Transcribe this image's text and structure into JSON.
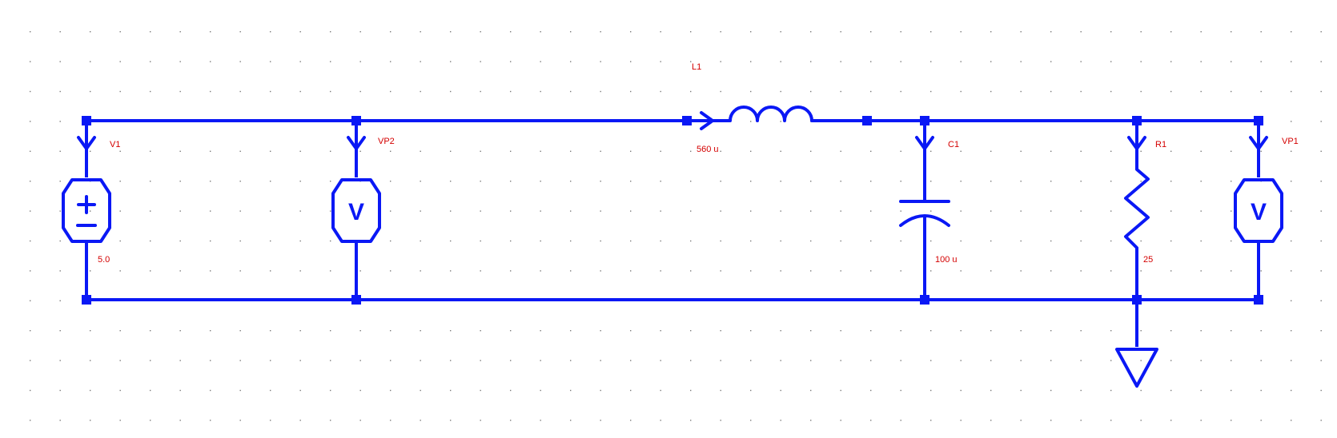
{
  "components": {
    "V1": {
      "name": "V1",
      "value": "5.0"
    },
    "VP2": {
      "name": "VP2"
    },
    "L1": {
      "name": "L1",
      "value": "560 u"
    },
    "C1": {
      "name": "C1",
      "value": "100 u"
    },
    "R1": {
      "name": "R1",
      "value": "25"
    },
    "VP1": {
      "name": "VP1"
    }
  },
  "symbols": {
    "voltmeter_glyph": "V",
    "source_plus": "+",
    "source_minus": "−"
  },
  "colors": {
    "wire": "#0a18f5",
    "label": "#d40000",
    "grid": "#7a7a7a",
    "background": "#ffffff"
  }
}
